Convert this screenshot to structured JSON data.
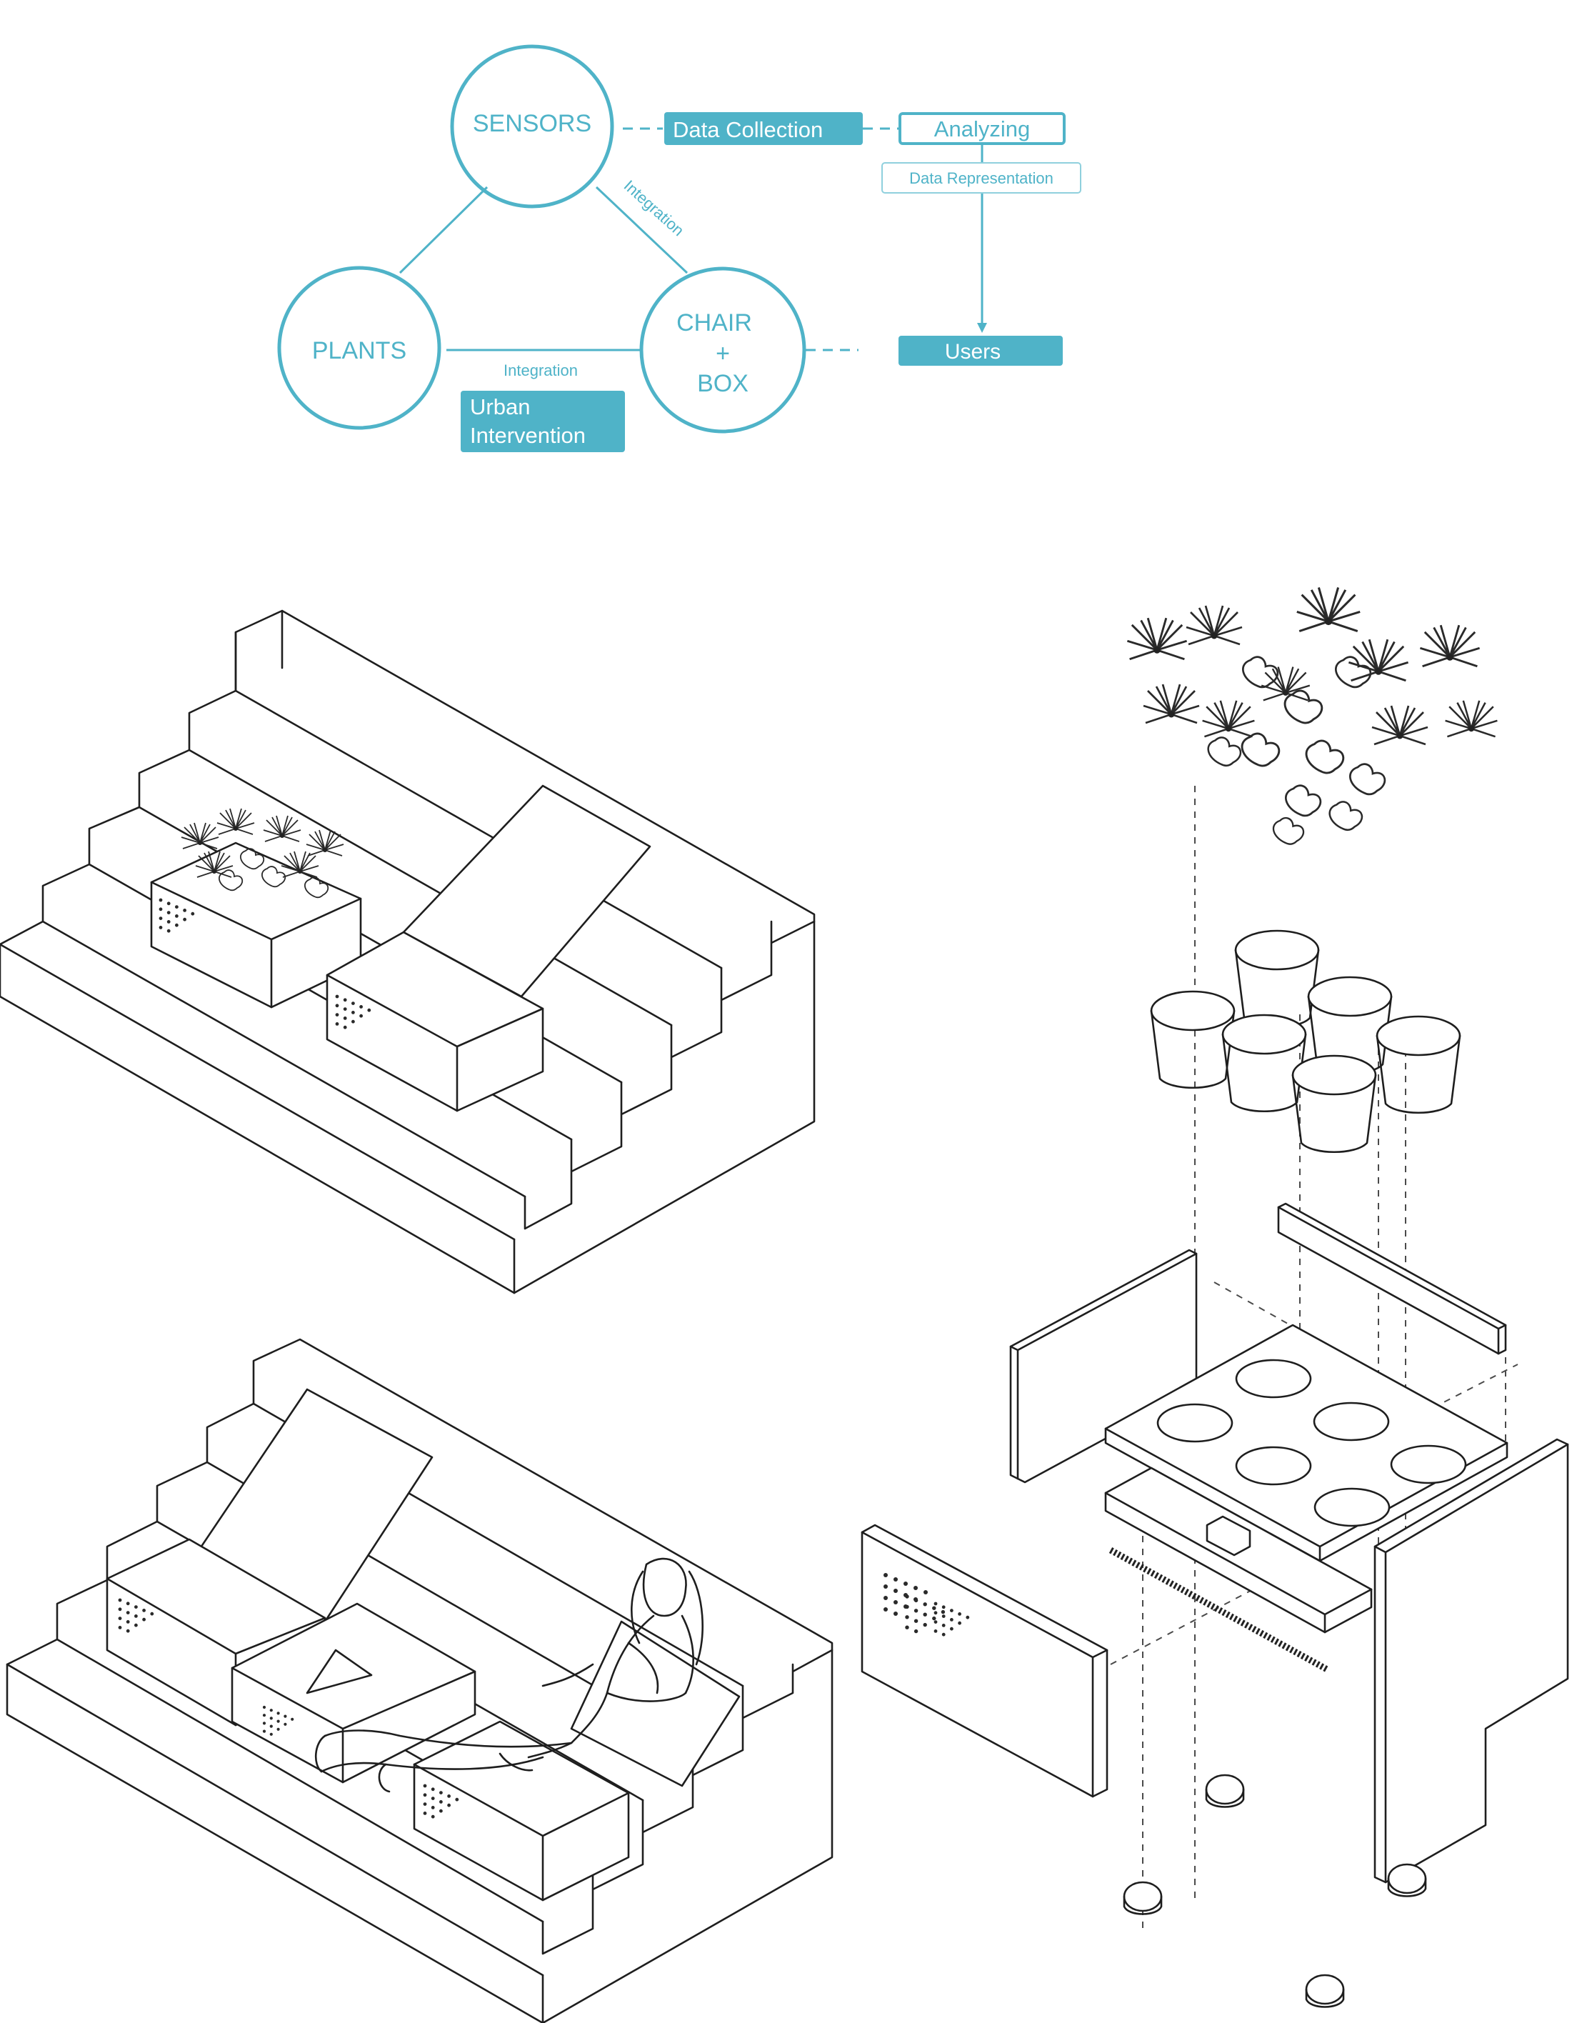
{
  "diagram": {
    "nodes": {
      "sensors": "SENSORS",
      "plants": "PLANTS",
      "chair_line1": "CHAIR",
      "chair_line2": "+",
      "chair_line3": "BOX"
    },
    "edge_labels": {
      "sensors_chair": "Integration",
      "plants_chair": "Integration"
    },
    "boxes": {
      "data_collection": "Data Collection",
      "analyzing": "Analyzing",
      "data_representation": "Data Representation",
      "users": "Users",
      "urban_line1": "Urban",
      "urban_line2": "Intervention"
    },
    "colors": {
      "accent": "#4fb3c8",
      "ink": "#1e1e1e",
      "background": "#ffffff"
    }
  }
}
